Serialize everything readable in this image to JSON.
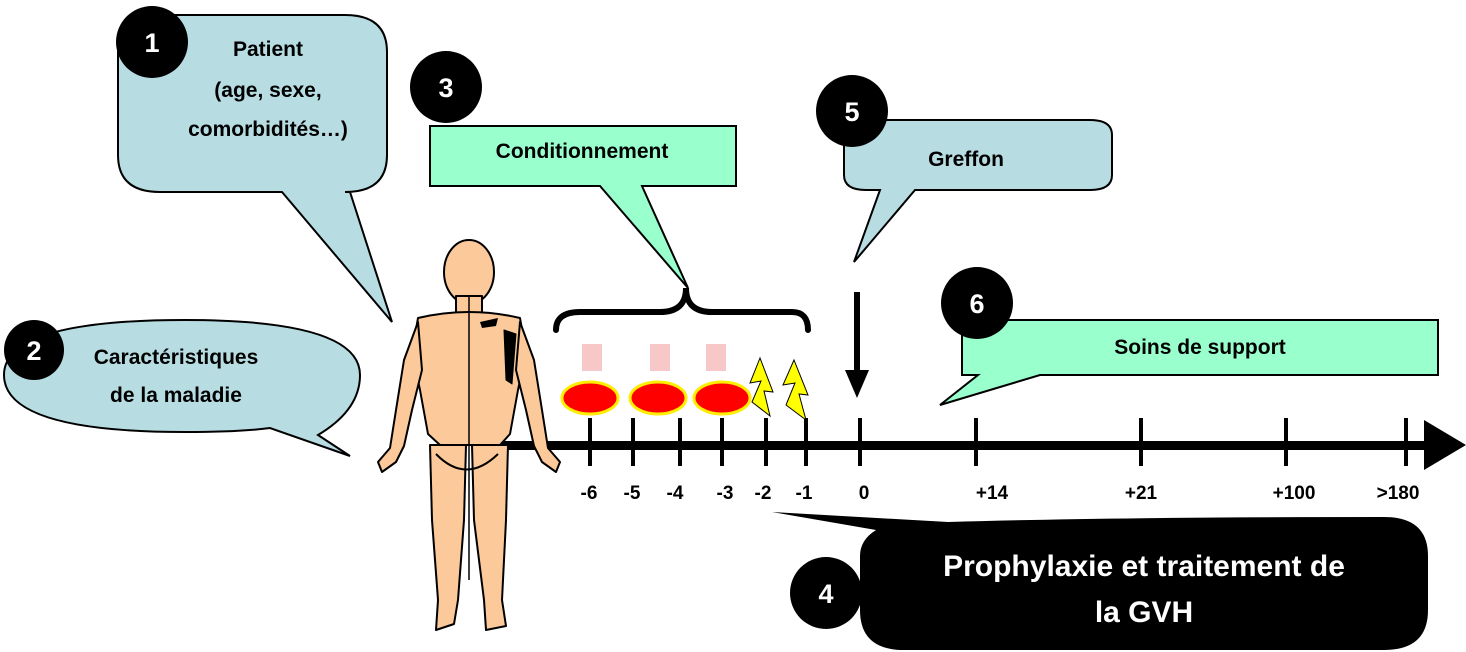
{
  "callouts": {
    "patient": {
      "number": "1",
      "line1": "Patient",
      "line2": "(age, sexe,",
      "line3": "comorbidités…)"
    },
    "disease": {
      "number": "2",
      "line1": "Caractéristiques",
      "line2": "de la maladie"
    },
    "conditioning": {
      "number": "3",
      "label": "Conditionnement"
    },
    "gvh": {
      "number": "4",
      "line1": "Prophylaxie et traitement de",
      "line2": "la GVH"
    },
    "graft": {
      "number": "5",
      "label": "Greffon"
    },
    "support": {
      "number": "6",
      "label": "Soins de support"
    }
  },
  "timeline": {
    "ticks": [
      "-6",
      "-5",
      "-4",
      "-3",
      "-2",
      "-1",
      "0",
      "+14",
      "+21",
      "+100",
      ">180"
    ]
  },
  "colors": {
    "blue_callout": "#b7dde3",
    "green_callout": "#99ffcc",
    "red_pill": "#ff0000",
    "pill_border": "#ffee00",
    "pink_square": "#f8c8c8",
    "lightning": "#ffff00",
    "skin": "#fcc99a"
  },
  "icons": {
    "lightning": "lightning-icon",
    "body": "human-body-figure",
    "arrow": "down-arrow-icon"
  }
}
